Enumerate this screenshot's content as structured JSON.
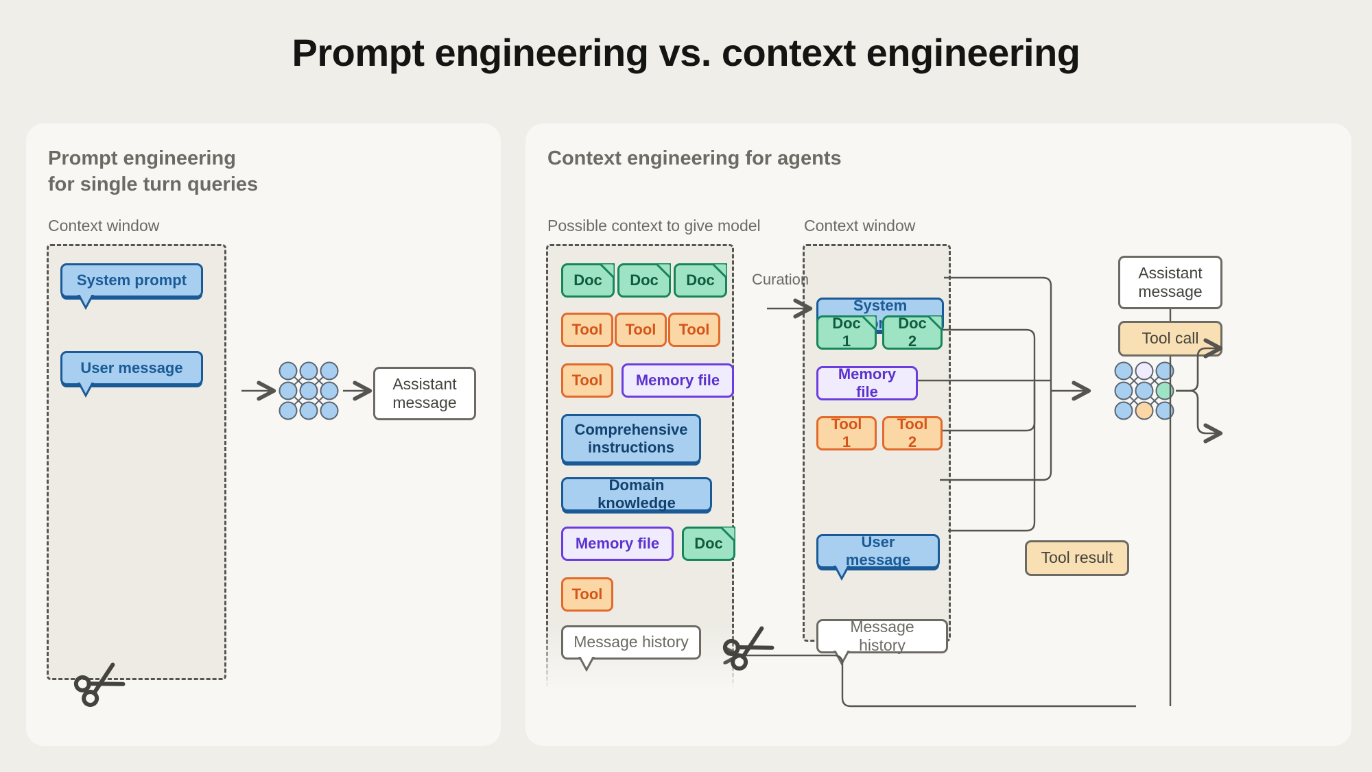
{
  "page": {
    "title": "Prompt engineering vs. context engineering",
    "background": "#F0EEE8"
  },
  "colors": {
    "panel_bg": "#F8F7F4",
    "region_bg": "#EDEBE4",
    "ink": "#141413",
    "muted_text": "#6B6A63",
    "blue_fill": "#A8CFF0",
    "blue_border": "#1A5A96",
    "green_fill": "#9FE3C5",
    "green_border": "#17855C",
    "orange_fill": "#FBD7A5",
    "orange_border": "#E2692A",
    "purple_fill": "#F0ECFE",
    "purple_border": "#6B3CE0",
    "tan_fill": "#F8DFB4",
    "neutral_border": "#6B6A63"
  },
  "left_panel": {
    "heading": "Prompt engineering\nfor single turn queries",
    "context_window_label": "Context window",
    "nodes": [
      {
        "label": "System prompt",
        "type": "blue-bubble"
      },
      {
        "label": "User message",
        "type": "blue-bubble"
      }
    ],
    "model_icon": "neural-network-icon",
    "output": {
      "label": "Assistant\nmessage",
      "type": "white"
    },
    "cut_icon": "scissors-icon"
  },
  "right_panel": {
    "heading": "Context engineering for agents",
    "possible_context_label": "Possible context to give model",
    "context_window_label": "Context window",
    "curation_label": "Curation",
    "possible_context_items": [
      {
        "label": "Doc",
        "type": "green-doc"
      },
      {
        "label": "Doc",
        "type": "green-doc"
      },
      {
        "label": "Doc",
        "type": "green-doc"
      },
      {
        "label": "Tool",
        "type": "orange"
      },
      {
        "label": "Tool",
        "type": "orange"
      },
      {
        "label": "Tool",
        "type": "orange"
      },
      {
        "label": "Tool",
        "type": "orange"
      },
      {
        "label": "Memory file",
        "type": "purple"
      },
      {
        "label": "Comprehensive\ninstructions",
        "type": "blue"
      },
      {
        "label": "Domain knowledge",
        "type": "blue"
      },
      {
        "label": "Memory file",
        "type": "purple"
      },
      {
        "label": "Doc",
        "type": "green-doc"
      },
      {
        "label": "Tool",
        "type": "orange"
      },
      {
        "label": "Message history",
        "type": "white-bubble"
      }
    ],
    "context_window_items": [
      {
        "label": "System prompt",
        "type": "blue-bubble"
      },
      {
        "label": "Doc 1",
        "type": "green-doc"
      },
      {
        "label": "Doc 2",
        "type": "green-doc"
      },
      {
        "label": "Memory file",
        "type": "purple"
      },
      {
        "label": "Tool 1",
        "type": "orange"
      },
      {
        "label": "Tool 2",
        "type": "orange"
      },
      {
        "label": "User message",
        "type": "blue-bubble"
      },
      {
        "label": "Message history",
        "type": "white-bubble"
      }
    ],
    "model_icon": "neural-network-icon",
    "outputs": [
      {
        "label": "Assistant\nmessage",
        "type": "white"
      },
      {
        "label": "Tool call",
        "type": "tan"
      },
      {
        "label": "Tool result",
        "type": "tan"
      }
    ],
    "cut_icon": "scissors-icon"
  }
}
